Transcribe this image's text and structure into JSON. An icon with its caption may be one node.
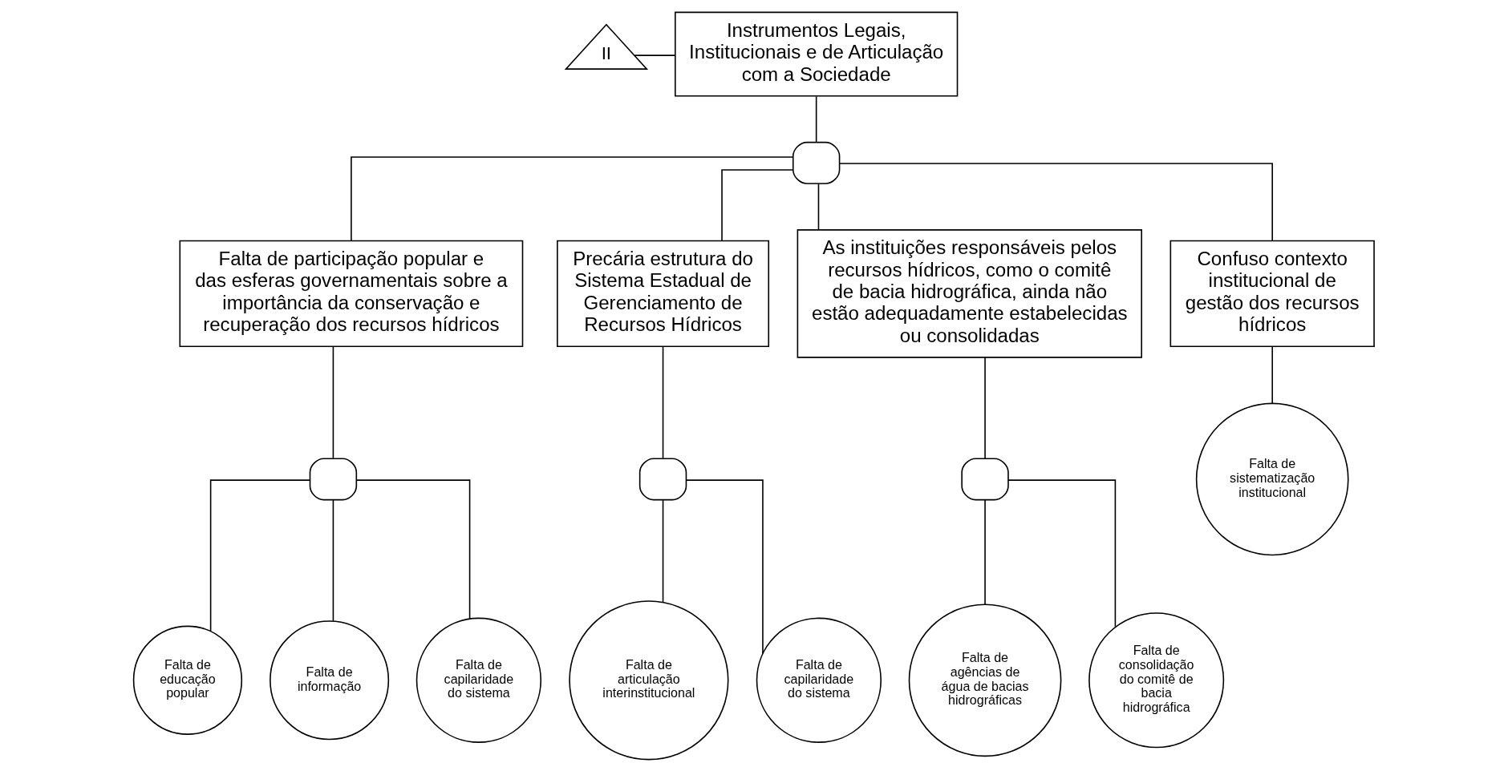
{
  "diagram": {
    "nodes": [
      {
        "text": [
          "II"
        ]
      },
      {
        "text": [
          "Instrumentos Legais, Institucionais e de Articulação com a Sociedade"
        ]
      },
      {
        "text": [],
        "shape": "gate"
      },
      {
        "text": [
          "Falta de participação popular e das esferas governamentais sobre a importância da conservação e recuperação dos recursos hídricos"
        ]
      },
      {
        "text": [
          "Precária estrutura do Sistema Estadual de Gerenciamento de Recursos Hídricos"
        ]
      },
      {
        "text": [
          "As instituições responsáveis pelos recursos hídricos, como o comitê de bacia hidrográfica, ainda não estão adequadamente estabelecidas ou consolidadas"
        ]
      },
      {
        "text": [
          "Confuso contexto institucional de gestão dos recursos hídricos"
        ]
      },
      {
        "text": [],
        "shape": "gate"
      },
      {
        "text": [],
        "shape": "gate"
      },
      {
        "text": [],
        "shape": "gate"
      },
      {
        "text": [
          "Falta de educação popular"
        ]
      },
      {
        "text": [
          "Falta de informação"
        ]
      },
      {
        "text": [
          "Falta de capilaridade do sistema"
        ]
      },
      {
        "text": [
          "Falta de articulação interinstitucional"
        ]
      },
      {
        "text": [
          "Falta de capilaridade do sistema"
        ]
      },
      {
        "text": [
          "Falta de agências de água de bacias hidrográficas"
        ]
      },
      {
        "text": [
          "Falta de consolidação do comitê de bacia hidrográfica"
        ]
      },
      {
        "text": [
          "Falta de sistematização institucional"
        ]
      }
    ],
    "edges": [
      {
        "from": 0,
        "to": 1,
        "arrow": "none"
      },
      {
        "from": 1,
        "to": 2,
        "arrow": "none"
      },
      {
        "from": 2,
        "to": 3,
        "arrow": "none"
      },
      {
        "from": 2,
        "to": 4,
        "arrow": "none"
      },
      {
        "from": 2,
        "to": 5,
        "arrow": "none"
      },
      {
        "from": 2,
        "to": 6,
        "arrow": "none"
      },
      {
        "from": 3,
        "to": 7,
        "arrow": "none"
      },
      {
        "from": 7,
        "to": 10,
        "arrow": "none"
      },
      {
        "from": 7,
        "to": 11,
        "arrow": "none"
      },
      {
        "from": 7,
        "to": 12,
        "arrow": "none"
      },
      {
        "from": 4,
        "to": 8,
        "arrow": "none"
      },
      {
        "from": 8,
        "to": 13,
        "arrow": "none"
      },
      {
        "from": 8,
        "to": 14,
        "arrow": "none"
      },
      {
        "from": 5,
        "to": 9,
        "arrow": "none"
      },
      {
        "from": 9,
        "to": 15,
        "arrow": "none"
      },
      {
        "from": 9,
        "to": 16,
        "arrow": "none"
      },
      {
        "from": 6,
        "to": 17,
        "arrow": "none"
      }
    ]
  }
}
